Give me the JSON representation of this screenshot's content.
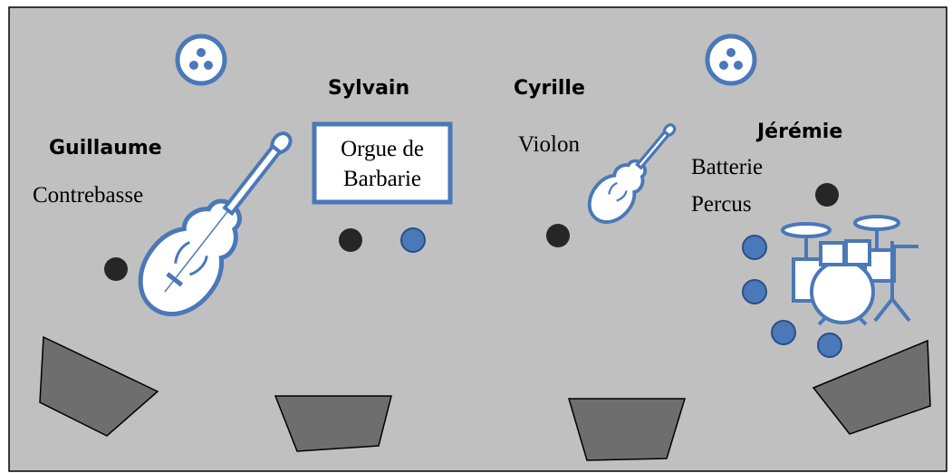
{
  "colors": {
    "background": "#c0c0c0",
    "border": "#000000",
    "accent_blue": "#4a78b8",
    "mic_blue_fill": "#4a78b8",
    "mic_dark_fill": "#262626",
    "monitor_fill": "#6e6e6e",
    "monitor_stroke": "#000000",
    "instrument_fill": "#ffffff"
  },
  "musicians": {
    "guillaume": {
      "name": "Guillaume",
      "instrument": "Contrebasse"
    },
    "sylvain": {
      "name": "Sylvain",
      "instrument_line1": "Orgue de",
      "instrument_line2": "Barbarie"
    },
    "cyrille": {
      "name": "Cyrille",
      "instrument": "Violon"
    },
    "jeremie": {
      "name": "Jérémie",
      "instrument_line1": "Batterie",
      "instrument_line2": "Percus"
    }
  },
  "icons": {
    "power_outlet": "power-outlet-icon",
    "double_bass": "double-bass-icon",
    "violin": "violin-icon",
    "drum_kit": "drum-kit-icon",
    "microphone_dark": "microphone-dark-icon",
    "microphone_blue": "microphone-blue-icon",
    "stage_monitor": "stage-monitor-icon"
  }
}
